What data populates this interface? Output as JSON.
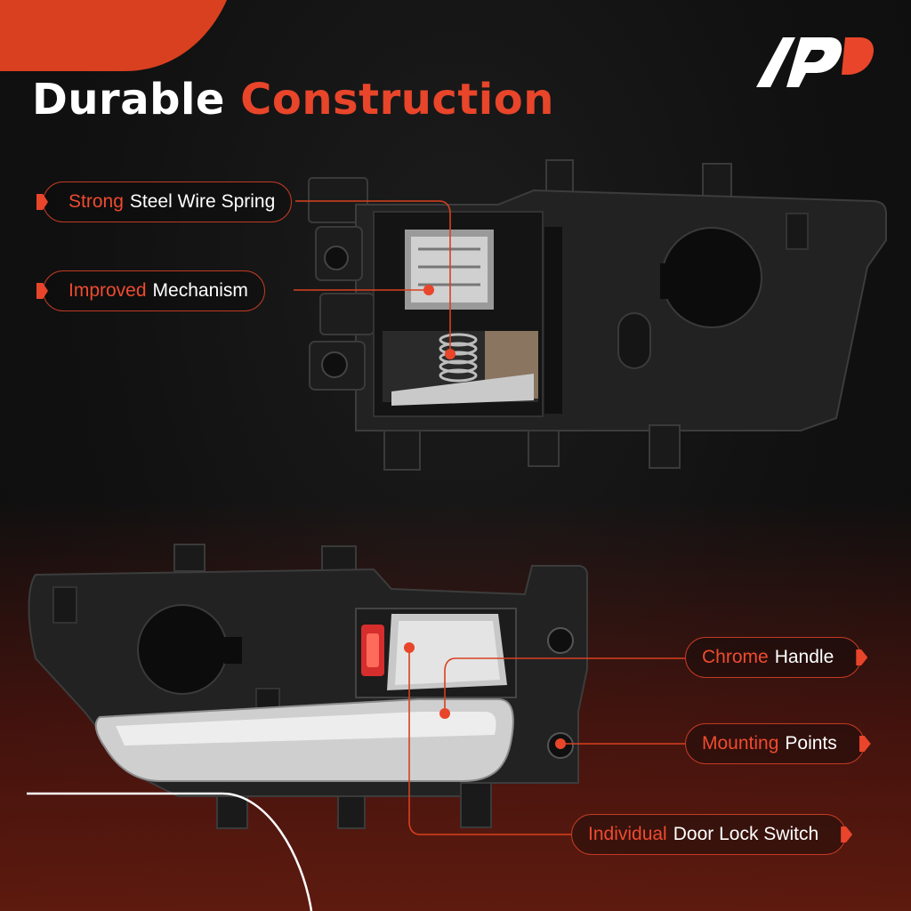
{
  "brand": {
    "accent_color": "#e8452a",
    "logo_icon": "a-premium-logo-icon"
  },
  "title": {
    "white": "Durable",
    "red": "Construction"
  },
  "callouts": [
    {
      "highlight": "Strong",
      "rest": "Steel Wire Spring"
    },
    {
      "highlight": "Improved",
      "rest": "Mechanism"
    },
    {
      "highlight": "Chrome",
      "rest": "Handle"
    },
    {
      "highlight": "Mounting",
      "rest": "Points"
    },
    {
      "highlight": "Individual",
      "rest": "Door Lock Switch"
    }
  ],
  "products": [
    {
      "name": "door-handle-back-view",
      "icon": "door-handle-assembly-rear-icon"
    },
    {
      "name": "door-handle-front-view",
      "icon": "chrome-door-handle-icon"
    }
  ]
}
